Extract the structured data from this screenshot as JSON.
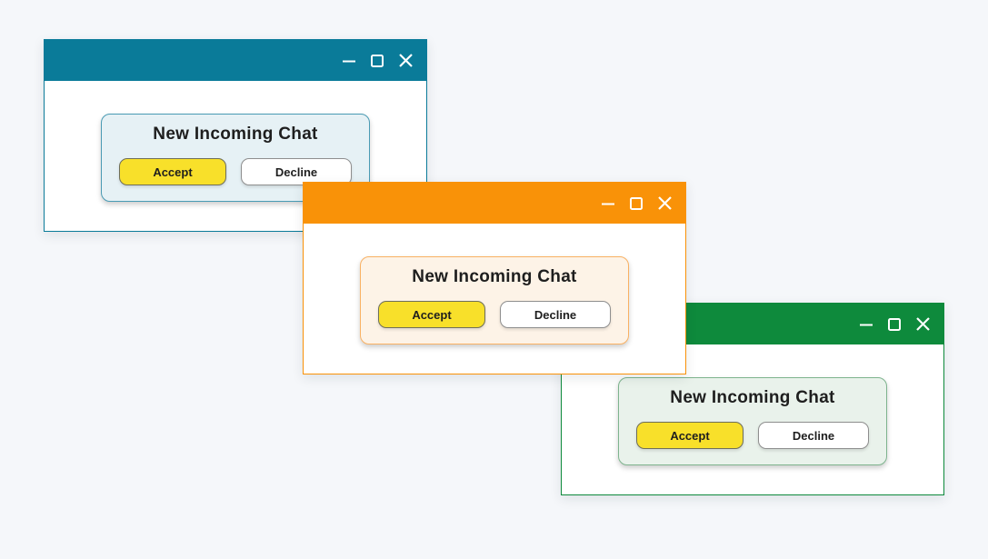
{
  "background_color": "#F5F7FA",
  "buttons": {
    "accept_bg": "#F8E02A",
    "accept_border": "#6E6E5A",
    "decline_border": "#8E8E8E"
  },
  "windows": [
    {
      "id": "teal-window",
      "theme": {
        "titlebar_color": "#0A7B99",
        "panel_bg": "#E6F1F5",
        "panel_border": "#4A9BB4"
      },
      "titlebar_icons": [
        "minimize-icon",
        "maximize-icon",
        "close-icon"
      ],
      "dialog": {
        "title": "New Incoming Chat",
        "accept_label": "Accept",
        "decline_label": "Decline"
      }
    },
    {
      "id": "orange-window",
      "theme": {
        "titlebar_color": "#F99208",
        "panel_bg": "#FDF3E7",
        "panel_border": "#F9B163"
      },
      "titlebar_icons": [
        "minimize-icon",
        "maximize-icon",
        "close-icon"
      ],
      "dialog": {
        "title": "New Incoming Chat",
        "accept_label": "Accept",
        "decline_label": "Decline"
      }
    },
    {
      "id": "green-window",
      "theme": {
        "titlebar_color": "#0E8A3C",
        "panel_bg": "#E9F2EB",
        "panel_border": "#7EB48E"
      },
      "titlebar_icons": [
        "minimize-icon",
        "maximize-icon",
        "close-icon"
      ],
      "dialog": {
        "title": "New Incoming Chat",
        "accept_label": "Accept",
        "decline_label": "Decline"
      }
    }
  ]
}
